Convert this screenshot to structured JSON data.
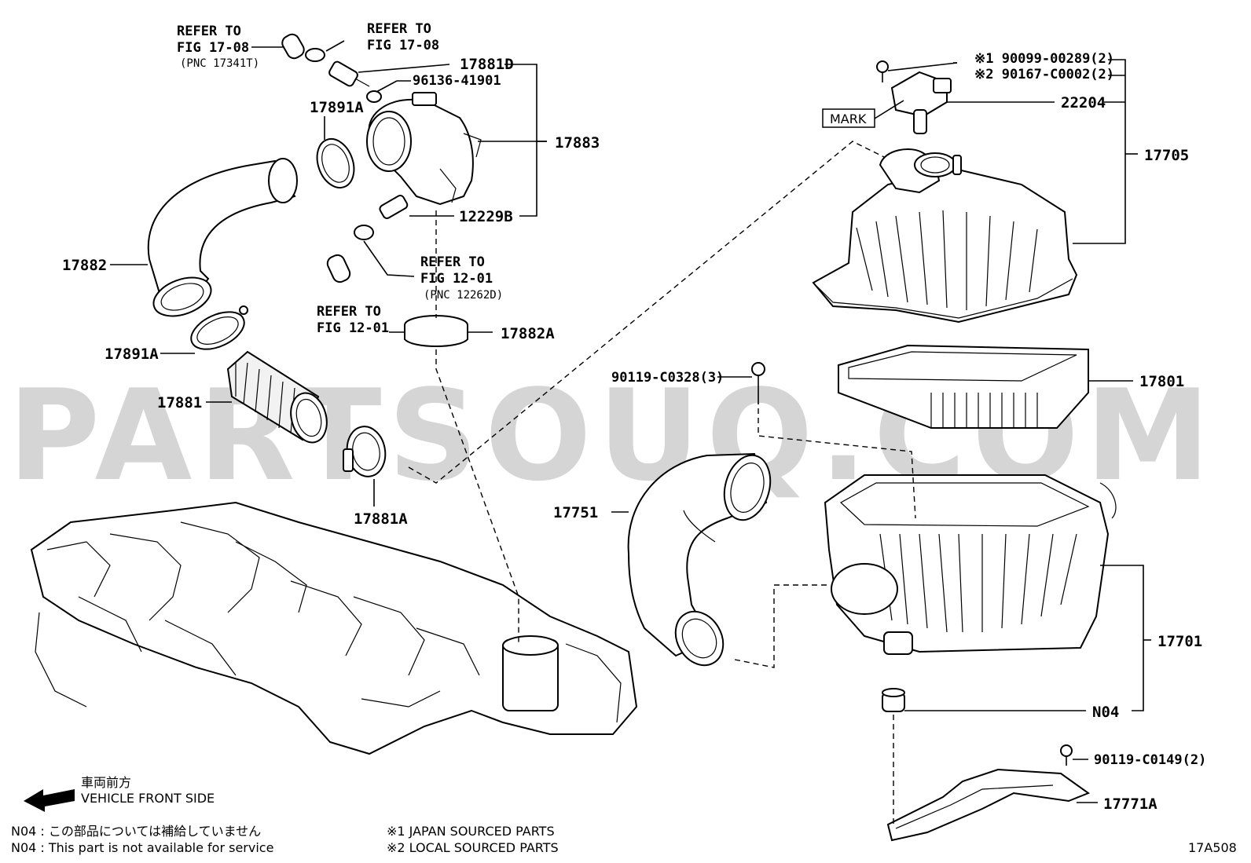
{
  "diagram": {
    "watermark": "PARTSOUQ.COM",
    "figure_code": "17A508",
    "mark_label": "MARK",
    "refs": [
      {
        "id": "ref-17-08-a",
        "line1": "REFER TO",
        "line2": "FIG 17-08",
        "line3": "(PNC 17341T)"
      },
      {
        "id": "ref-17-08-b",
        "line1": "REFER TO",
        "line2": "FIG 17-08"
      },
      {
        "id": "ref-12-01-a",
        "line1": "REFER TO",
        "line2": "FIG 12-01",
        "line3": "(PNC 12262D)"
      },
      {
        "id": "ref-12-01-b",
        "line1": "REFER TO",
        "line2": "FIG 12-01"
      }
    ],
    "labels": {
      "p17881D": "17881D",
      "p96136": "96136-41901",
      "p17891A_top": "17891A",
      "p17883": "17883",
      "p12229B": "12229B",
      "p17882": "17882",
      "p17891A_mid": "17891A",
      "p17882A": "17882A",
      "p17881": "17881",
      "p17881A": "17881A",
      "p90099": "※1  90099-00289(2)",
      "p90167": "※2  90167-C0002(2)",
      "p22204": "22204",
      "p17705": "17705",
      "p90119_0328": "90119-C0328(3)",
      "p17801": "17801",
      "p17751": "17751",
      "p17701": "17701",
      "pN04": "N04",
      "p90119_0149": "90119-C0149(2)",
      "p17771A": "17771A"
    },
    "direction": {
      "jp": "車両前方",
      "en": "VEHICLE FRONT SIDE"
    },
    "notes": {
      "n04_jp": "N04 : この部品については補給していません",
      "n04_en": "N04 : This part is not available for service",
      "src1": "※1  JAPAN SOURCED PARTS",
      "src2": "※2  LOCAL SOURCED PARTS"
    }
  }
}
